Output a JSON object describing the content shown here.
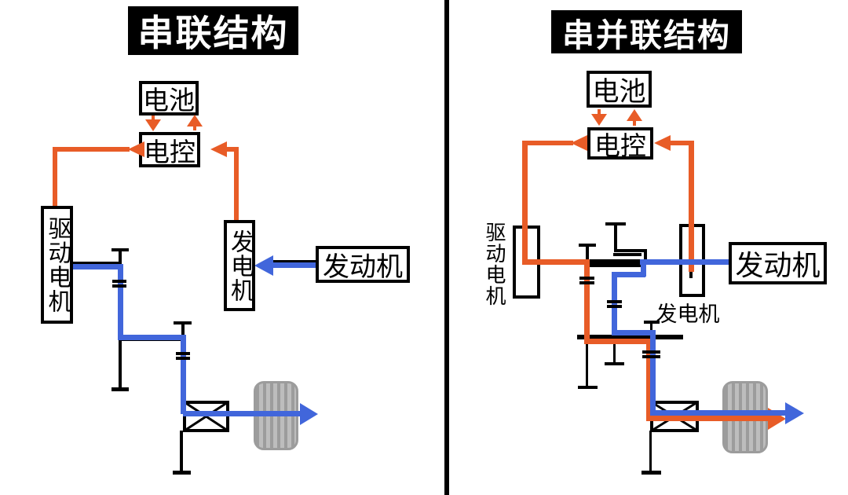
{
  "diagram": {
    "background_color": "#ffffff",
    "divider_color": "#000000",
    "colors": {
      "electric_power_line": "#E85C27",
      "mechanical_power_line": "#4166DB",
      "structure_line": "#000000",
      "wheel_body": "#BDBDBD",
      "wheel_stripe": "#9C9C9C"
    },
    "left_panel": {
      "title": "串联结构",
      "battery_label": "电池",
      "ecu_label": "电控",
      "drive_motor_label": "驱动电机",
      "generator_label": "发电机",
      "engine_label": "发动机"
    },
    "right_panel": {
      "title": "串并联结构",
      "battery_label": "电池",
      "ecu_label": "电控",
      "drive_motor_label": "驱动电机",
      "generator_label": "发电机",
      "engine_label": "发动机"
    }
  }
}
